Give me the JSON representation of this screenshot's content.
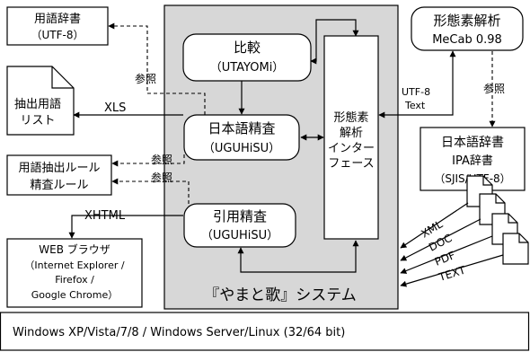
{
  "colors": {
    "system_panel": "#d7d7d7",
    "box_fill": "#ffffff",
    "stroke": "#000000"
  },
  "glossary": {
    "line1": "用語辞書",
    "line2": "（UTF-8）"
  },
  "extract_list": {
    "line1": "抽出用語",
    "line2": "リスト"
  },
  "rules": {
    "line1": "用語抽出ルール",
    "line2": "精査ルール"
  },
  "browser": {
    "line1": "WEB ブラウザ",
    "line2": "（Internet Explorer /",
    "line3": "Firefox /",
    "line4": "Google Chrome）"
  },
  "comparison": {
    "line1": "比較",
    "line2": "（UTAYOMi）"
  },
  "japanese_check": {
    "line1": "日本語精査",
    "line2": "（UGUHiSU）"
  },
  "quote_check": {
    "line1": "引用精査",
    "line2": "（UGUHiSU）"
  },
  "morph_interface": {
    "line1": "形態素",
    "line2": "解析",
    "line3": "インター",
    "line4": "フェース"
  },
  "system_title": "『やまと歌』システム",
  "mecab": {
    "line1": "形態素解析",
    "line2": "MeCab 0.98"
  },
  "ja_dictionary": {
    "line1": "日本語辞書",
    "line2": "IPA辞書",
    "line3": "（SJIS/UTF-8）"
  },
  "labels": {
    "reference": "参照",
    "reference_left_1": "参照",
    "reference_left_2": "参照",
    "reference_right": "参照",
    "xls": "XLS",
    "xhtml": "XHTML",
    "utf8": "UTF-8",
    "text": "Text"
  },
  "formats": [
    "XML",
    "DOC",
    "PDF",
    "TEXT"
  ],
  "os_bar": "Windows XP/Vista/7/8 / Windows Server/Linux (32/64 bit)"
}
